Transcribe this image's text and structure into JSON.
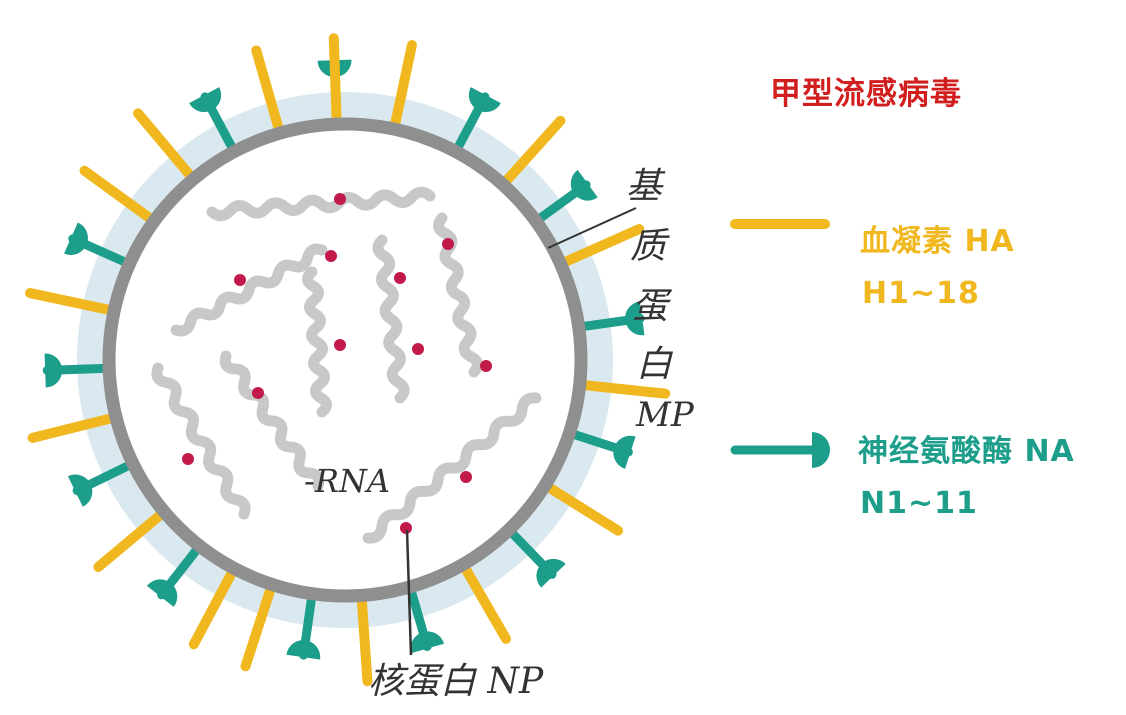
{
  "title": "甲型流感病毒",
  "legend": {
    "ha": {
      "name": "血凝素 HA",
      "subtypes": "H1~18",
      "color": "#f0b81e"
    },
    "na": {
      "name": "神经氨酸酶 NA",
      "subtypes": "N1~11",
      "color": "#1d9e8a"
    }
  },
  "labels": {
    "matrix_protein": [
      "基",
      "质",
      "蛋",
      "白",
      "MP"
    ],
    "rna": "-RNA",
    "nucleoprotein": "核蛋白 NP"
  },
  "colors": {
    "envelope_outer": "#d9e9ef",
    "membrane": "#8f8f8f",
    "rna_strand": "#c8c8c8",
    "rna_dot": "#c21a4a",
    "title": "#d11f1f"
  }
}
